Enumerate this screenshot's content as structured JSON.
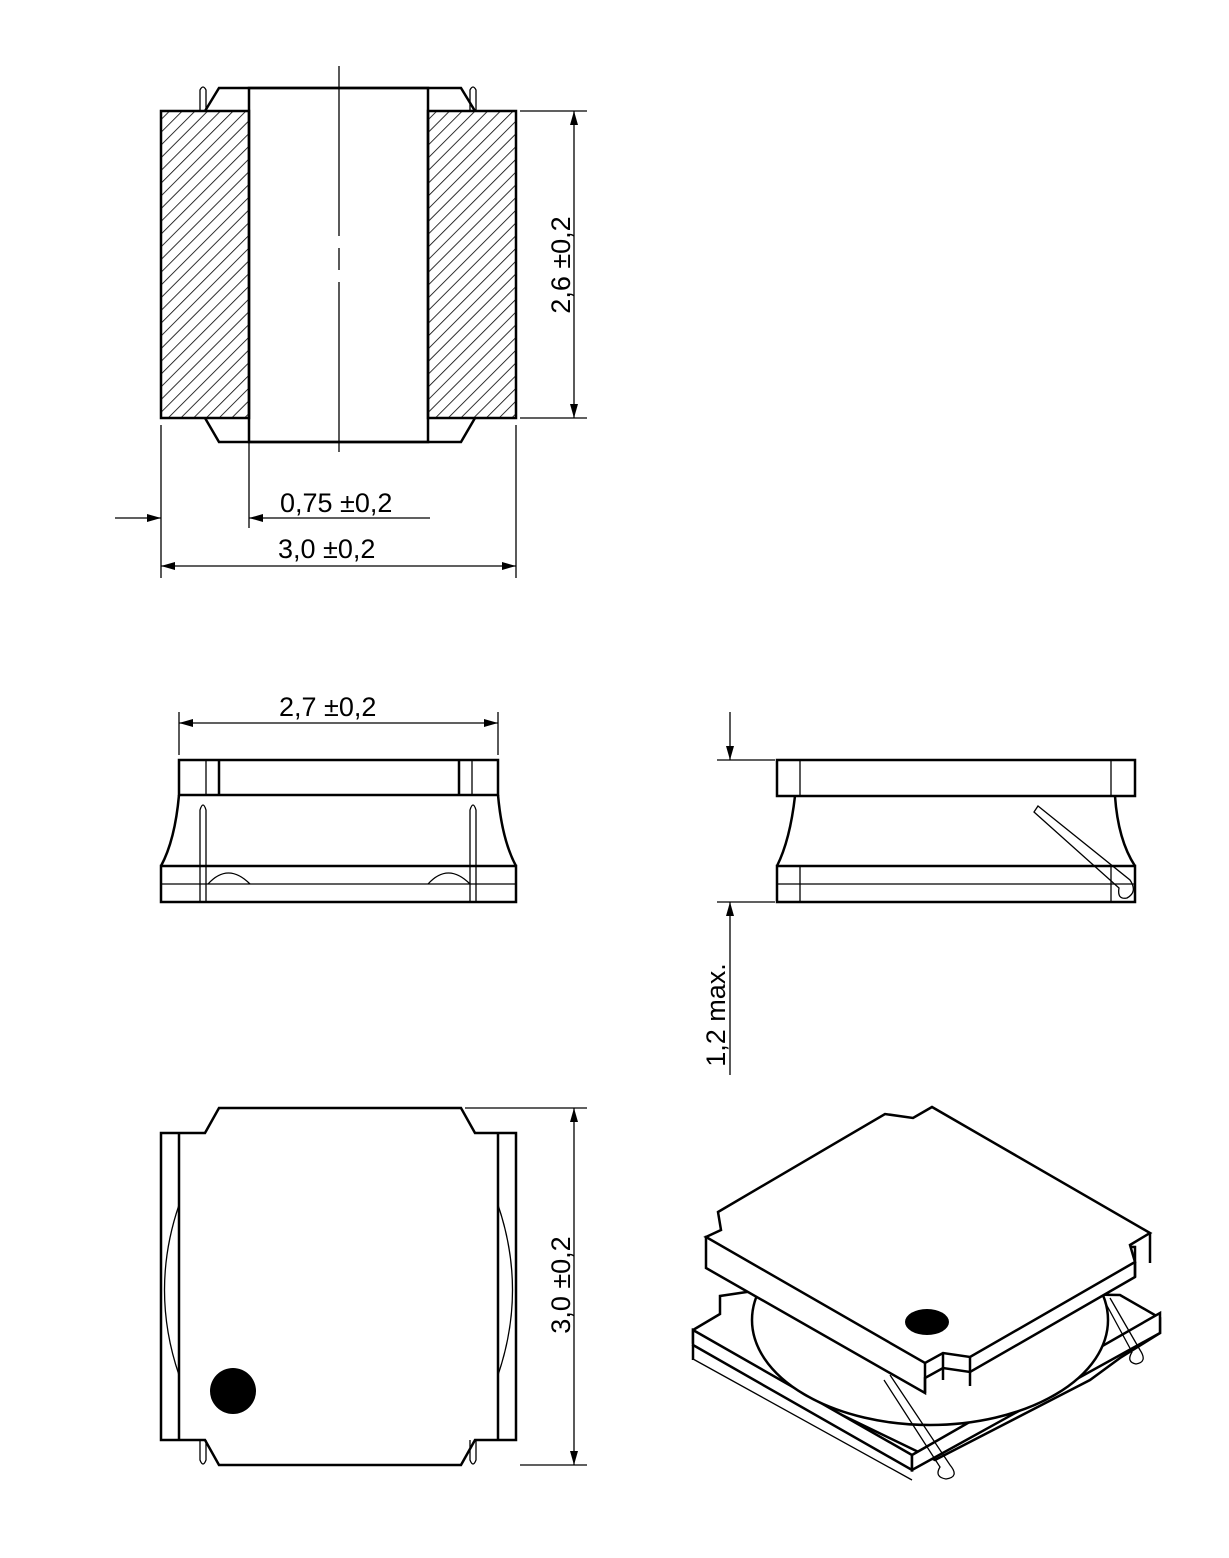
{
  "title": "SMD power inductor dimension drawing",
  "dimensions": {
    "height_section": "2,6 ±0,2",
    "electrode_width": "0,75 ±0,2",
    "width_section": "3,0 ±0,2",
    "width_front": "2,7 ±0,2",
    "height_max": "1,2 max.",
    "length_top": "3,0 ±0,2"
  },
  "colors": {
    "line": "#000000",
    "background": "#ffffff"
  }
}
